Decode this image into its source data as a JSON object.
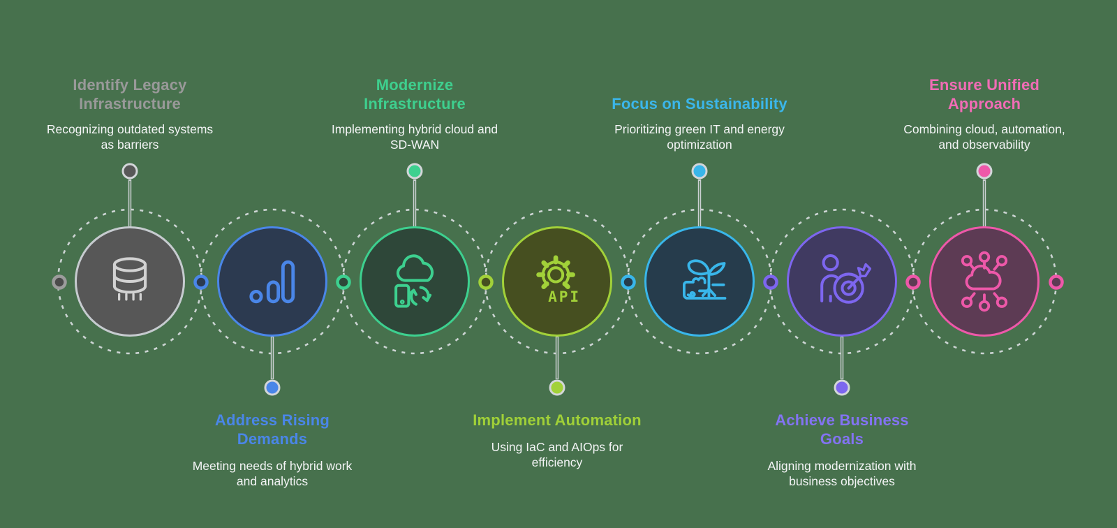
{
  "background_color": "#47714d",
  "description_text_color": "#f3f4f5",
  "connector": {
    "ring_color": "#d8dcde",
    "stem_line_color": "#ccd0d3",
    "stem_dot_ring_color": "#d3d6d9",
    "left_end_dot": {
      "fill": "#4b4b4b",
      "stroke": "#9c9c9c"
    }
  },
  "nodes": [
    {
      "title": "Identify Legacy\nInfrastructure",
      "description": "Recognizing outdated systems\nas barriers",
      "position": "top",
      "accent": "#9c9c9c",
      "title_color": "#999999",
      "fill": "#575757",
      "outline": "#c6cbcf",
      "icon_color": "#d2d2d2",
      "dot_fill": "#585858",
      "icon": "database-icon"
    },
    {
      "title": "Address Rising\nDemands",
      "description": "Meeting needs of hybrid work\nand analytics",
      "position": "bottom",
      "accent": "#4a86e8",
      "title_color": "#4a86e8",
      "fill": "#2c3a50",
      "outline": "#4a86e8",
      "icon_color": "#4a86e8",
      "dot_fill": "#4a86e8",
      "icon": "bar-chart-icon"
    },
    {
      "title": "Modernize\nInfrastructure",
      "description": "Implementing hybrid cloud and\nSD-WAN",
      "position": "top",
      "accent": "#3dd08f",
      "title_color": "#3ecf8e",
      "fill": "#2e4739",
      "outline": "#3dd08f",
      "icon_color": "#3dd08f",
      "dot_fill": "#3dd08f",
      "icon": "cloud-sync-icon"
    },
    {
      "title": "Implement Automation",
      "description": "Using IaC and AIOps for\nefficiency",
      "position": "bottom",
      "accent": "#a2d139",
      "title_color": "#a0d038",
      "fill": "#464f20",
      "outline": "#a2d139",
      "icon_color": "#a2d139",
      "dot_fill": "#a2d139",
      "icon": "api-gear-icon"
    },
    {
      "title": "Focus on Sustainability",
      "description": "Prioritizing green IT and energy\noptimization",
      "position": "top",
      "accent": "#39b6ea",
      "title_color": "#3bb6ea",
      "fill": "#263c4c",
      "outline": "#39b6ea",
      "icon_color": "#39b6ea",
      "dot_fill": "#39b6ea",
      "icon": "sprout-icon"
    },
    {
      "title": "Achieve Business\nGoals",
      "description": "Aligning modernization with\nbusiness objectives",
      "position": "bottom",
      "accent": "#7d66ef",
      "title_color": "#8373f2",
      "fill": "#403a61",
      "outline": "#7d66ef",
      "icon_color": "#7d66ef",
      "dot_fill": "#7d66ef",
      "icon": "person-target-icon"
    },
    {
      "title": "Ensure Unified\nApproach",
      "description": "Combining cloud, automation,\nand observability",
      "position": "top",
      "accent": "#ee58a9",
      "title_color": "#f16cb6",
      "fill": "#5d3b54",
      "outline": "#ee58a9",
      "icon_color": "#ee58a9",
      "dot_fill": "#ee58a9",
      "icon": "cloud-network-icon"
    }
  ]
}
